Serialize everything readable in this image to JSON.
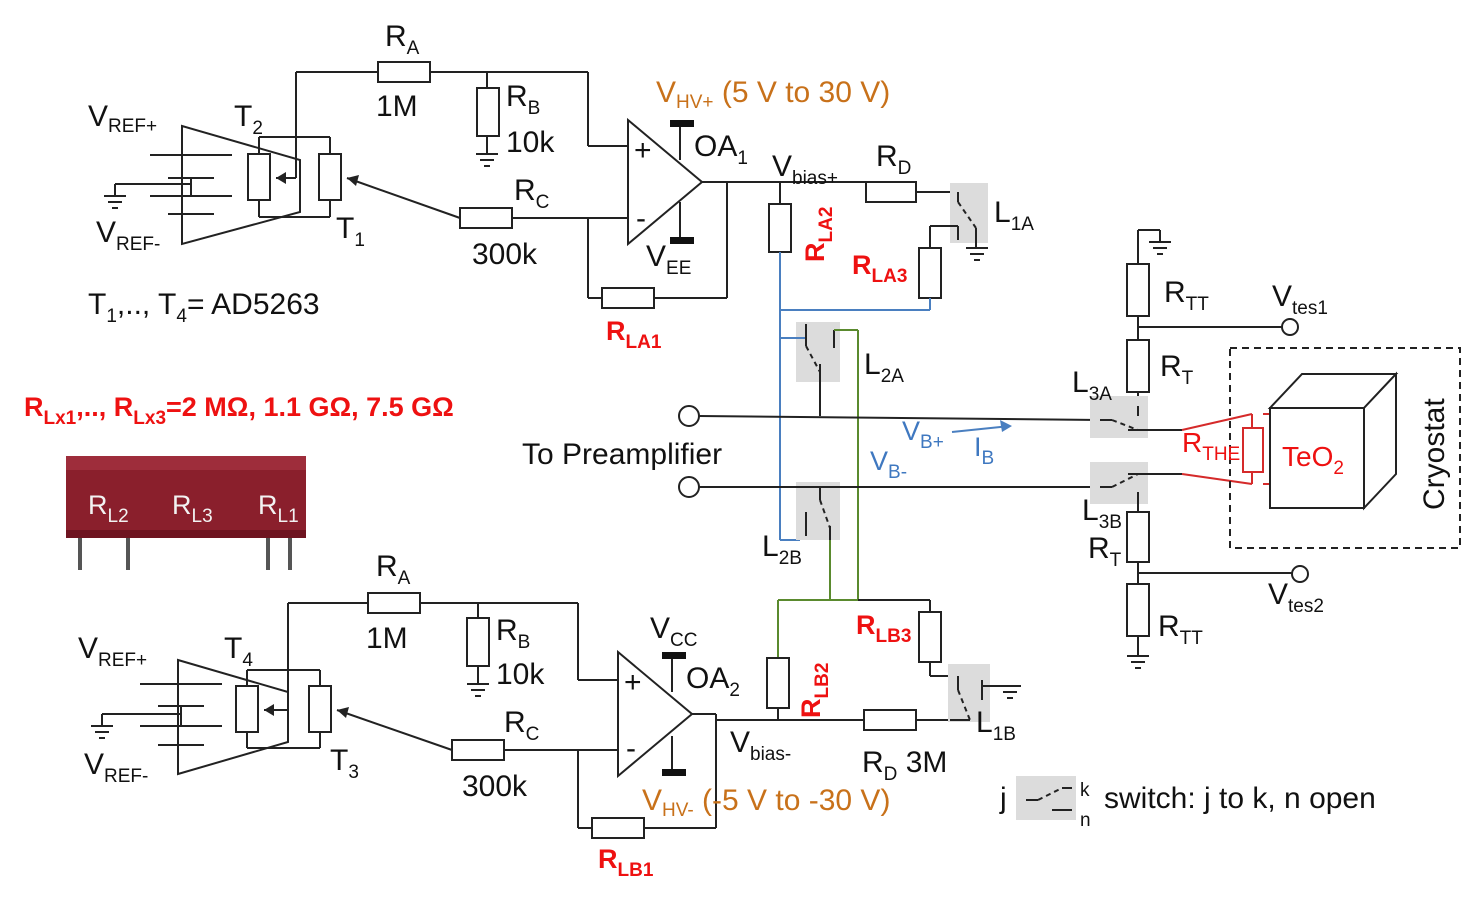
{
  "labels": {
    "ra": "R",
    "ra_sub": "A",
    "rb": "R",
    "rb_sub": "B",
    "rc": "R",
    "rc_sub": "C",
    "rd": "R",
    "rd_sub": "D",
    "r1m": "1M",
    "r10k": "10k",
    "r300k": "300k",
    "r3m": "3M",
    "vref": "V",
    "vref_p_sub": "REF+",
    "vref_m_sub": "REF-",
    "t": "T",
    "t1": "1",
    "t2": "2",
    "t3": "3",
    "t4": "4",
    "oa": "OA",
    "oa1": "1",
    "oa2": "2",
    "vhvp": "V",
    "vhvp_sub": "HV+",
    "vhvp_range": " (5 V to 30 V)",
    "vhvm": "V",
    "vhvm_sub": "HV-",
    "vhvm_range": " (-5 V to -30 V)",
    "vee": "V",
    "vee_sub": "EE",
    "vcc": "V",
    "vcc_sub": "CC",
    "vbias": "V",
    "vbias_p_sub": "bias+",
    "vbias_m_sub": "bias-",
    "rla1": "R",
    "rla1_sub": "LA1",
    "rla2": "R",
    "rla2_sub": "LA2",
    "rla3": "R",
    "rla3_sub": "LA3",
    "rlb1": "R",
    "rlb1_sub": "LB1",
    "rlb2": "R",
    "rlb2_sub": "LB2",
    "rlb3": "R",
    "rlb3_sub": "LB3",
    "l": "L",
    "l1a": "1A",
    "l2a": "2A",
    "l3a": "3A",
    "l1b": "1B",
    "l2b": "2B",
    "l3b": "3B",
    "t_range_a": "T",
    "t_range_sub1": "1",
    "t_range_mid": ",.., T",
    "t_range_sub4": "4",
    "t_range_end": "= AD5263",
    "rlx_a": "R",
    "rlx_sub1": "Lx1",
    "rlx_mid": ",.., R",
    "rlx_sub3": "Lx3",
    "rlx_end": "=2 MΩ, 1.1 GΩ, 7.5 GΩ",
    "chip_rl2": "R",
    "chip_rl2_sub": "L2",
    "chip_rl3": "R",
    "chip_rl3_sub": "L3",
    "chip_rl1": "R",
    "chip_rl1_sub": "L1",
    "preamp": "To Preamplifier",
    "vb": "V",
    "vbp_sub": "B+",
    "vbm_sub": "B-",
    "ib": "I",
    "ib_sub": "B",
    "rtt": "R",
    "rtt_sub": "TT",
    "rt": "R",
    "rt_sub": "T",
    "vtes": "V",
    "vtes1_sub": "tes1",
    "vtes2_sub": "tes2",
    "rthe": "R",
    "rthe_sub": "THE",
    "teo": "TeO",
    "teo_sub": "2",
    "cryostat": "Cryostat",
    "legend_j": "j",
    "legend_k": "k",
    "legend_n": "n",
    "legend_text": "switch: j to k, n open",
    "plus": "+",
    "minus": "-"
  },
  "colors": {
    "wire": "#222222",
    "blue_path": "#4a7fc0",
    "green_path": "#5a8a2e",
    "red_label": "#e11111",
    "orange_label": "#c8711a",
    "chip": "#8a1f2c"
  }
}
